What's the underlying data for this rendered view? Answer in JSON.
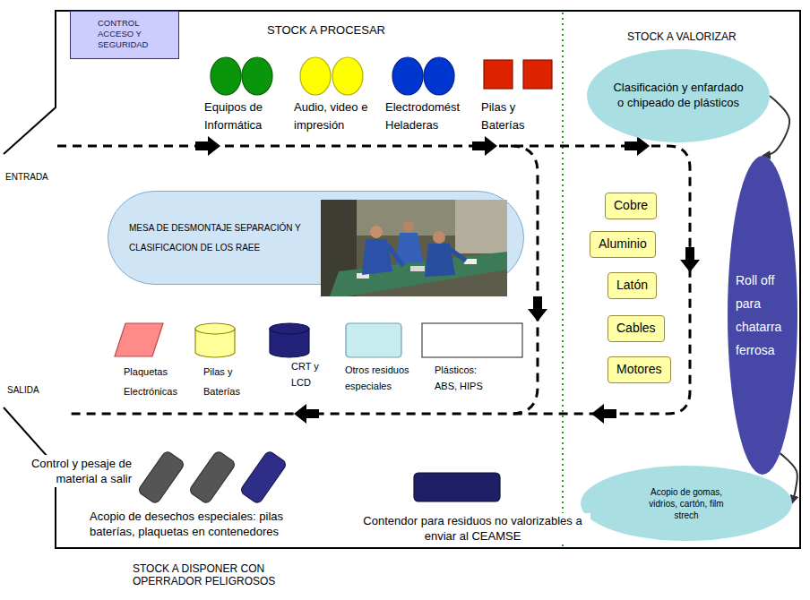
{
  "diagram": {
    "nodes": [
      {
        "text": [
          "CONTROL ACCESO Y SEGURIDAD"
        ]
      },
      {
        "text": [
          "Equipos de Informática"
        ]
      },
      {
        "text": [
          "Audio, video e impresión"
        ]
      },
      {
        "text": [
          "Electrodomést Heladeras"
        ]
      },
      {
        "text": [
          "Pilas y Baterías"
        ]
      },
      {
        "text": [
          "Clasificación y enfardado o chipeado de plásticos"
        ]
      },
      {
        "text": [
          "MESA DE DESMONTAJE SEPARACIÓN Y CLASIFICACION DE LOS RAEE"
        ]
      },
      {
        "text": [
          "Cobre"
        ]
      },
      {
        "text": [
          "Aluminio"
        ]
      },
      {
        "text": [
          "Latón"
        ]
      },
      {
        "text": [
          "Cables"
        ]
      },
      {
        "text": [
          "Motores"
        ]
      },
      {
        "text": [
          "Roll off para chatarra ferrosa"
        ]
      },
      {
        "text": [
          "Plaquetas Electrónicas"
        ]
      },
      {
        "text": [
          "Pilas y Baterías"
        ]
      },
      {
        "text": [
          "CRT y LCD"
        ]
      },
      {
        "text": [
          "Otros residuos especiales"
        ]
      },
      {
        "text": [
          "Plásticos: ABS, HIPS"
        ]
      },
      {
        "text": [
          "Acopio de gomas, vidrios, cartón, film strech"
        ]
      },
      {
        "text": [
          "Acopio de desechos especiales: pilas baterías, plaquetas en contenedores"
        ]
      },
      {
        "text": [
          "Contendor para residuos no valorizables a enviar al CEAMSE"
        ]
      }
    ],
    "edges": [
      {
        "from": 5,
        "to": 12,
        "arrow": "to"
      },
      {
        "from": 12,
        "to": 18,
        "arrow": "to"
      }
    ],
    "labels": [
      "STOCK A PROCESAR",
      "STOCK A VALORIZAR",
      "ENTRADA",
      "SALIDA",
      "Control y pesaje de material a salir",
      "STOCK A DISPONER CON OPERRADOR PELIGROSOS"
    ]
  }
}
